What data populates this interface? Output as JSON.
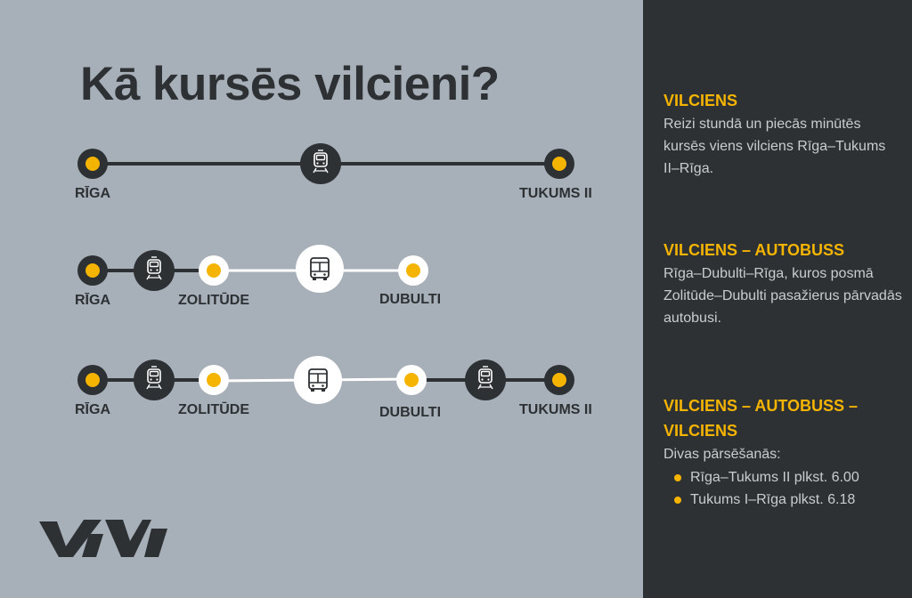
{
  "title": "Kā kursēs vilcieni?",
  "colors": {
    "accent": "#f5b400",
    "dark": "#2d3134",
    "panel_bg": "#a7afb8",
    "white": "#ffffff"
  },
  "routes": [
    {
      "labels": {
        "riga": "RĪGA",
        "tukums": "TUKUMS II"
      }
    },
    {
      "labels": {
        "riga": "RĪGA",
        "zolitude": "ZOLITŪDE",
        "dubulti": "DUBULTI"
      }
    },
    {
      "labels": {
        "riga": "RĪGA",
        "zolitude": "ZOLITŪDE",
        "dubulti": "DUBULTI",
        "tukums": "TUKUMS II"
      }
    }
  ],
  "icons": {
    "train": "train-icon",
    "bus": "bus-icon",
    "logo": "vivi-logo"
  },
  "info": [
    {
      "title": "VILCIENS",
      "text": "Reizi stundā un piecās minūtēs kursēs viens vilciens Rīga–Tukums II–Rīga."
    },
    {
      "title": "VILCIENS – AUTOBUSS",
      "text": "Rīga–Dubulti–Rīga, kuros posmā Zolitūde–Dubulti pasažierus pārvadās autobusi."
    },
    {
      "title_line1": "VILCIENS – AUTOBUSS –",
      "title_line2": "VILCIENS",
      "text": "Divas pārsēšanās:",
      "items": [
        "Rīga–Tukums II plkst. 6.00",
        "Tukums I–Rīga plkst. 6.18"
      ]
    }
  ]
}
